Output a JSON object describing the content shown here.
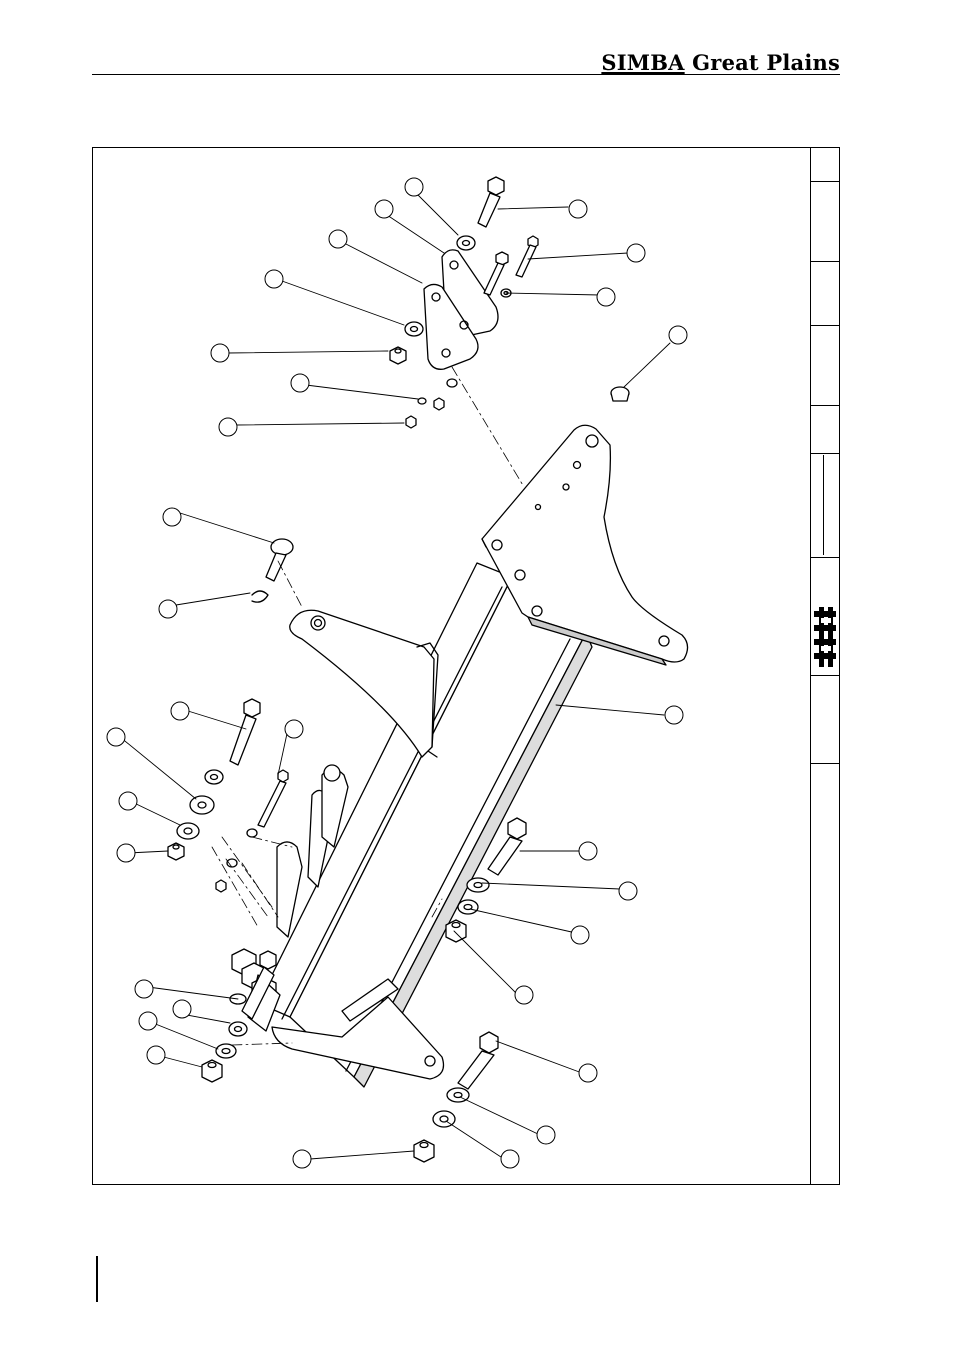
{
  "header": {
    "brand_part1": "SIMBA",
    "brand_part2": " Great Plains"
  },
  "drawing": {
    "type": "exploded parts diagram",
    "subject": "frame assembly with bolts, washers and nuts",
    "callout_count": 37,
    "callout_labels_visible": false
  },
  "colors": {
    "ink": "#000000",
    "paper": "#ffffff",
    "shade": "#d0d0d0"
  },
  "icons": {
    "logo": "simba-great-plains-logo",
    "titleblock_mark": "company-logo-mark"
  }
}
